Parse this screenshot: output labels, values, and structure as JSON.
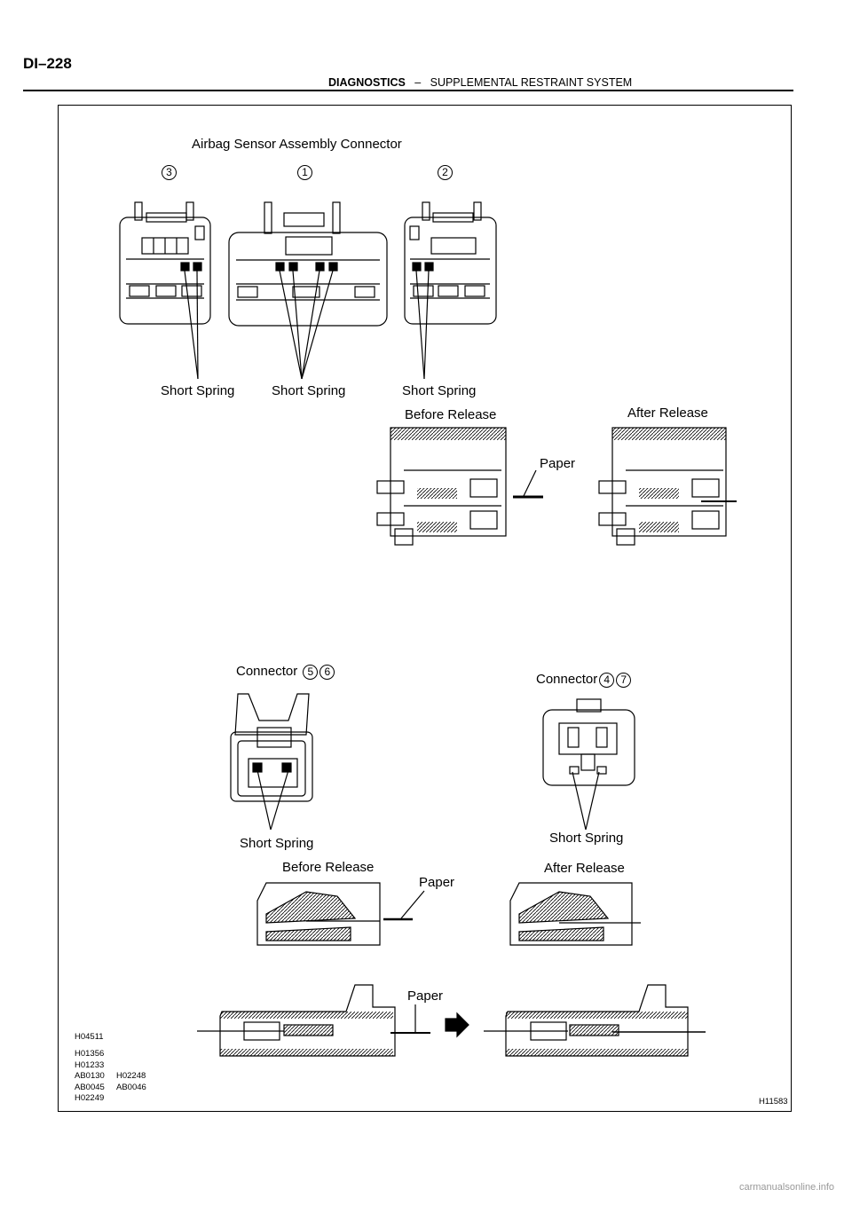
{
  "page": {
    "number": "DI–228",
    "header_section": "DIAGNOSTICS",
    "header_dash": "–",
    "header_subsection": "SUPPLEMENTAL RESTRAINT SYSTEM"
  },
  "figure": {
    "title": "Airbag Sensor Assembly Connector",
    "connector_numbers_top": [
      "3",
      "1",
      "2"
    ],
    "short_spring_label": "Short Spring",
    "before_release": "Before Release",
    "after_release": "After Release",
    "paper": "Paper",
    "connector_label": "Connector",
    "connector_56": [
      "5",
      "6"
    ],
    "connector_47": [
      "4",
      "7"
    ],
    "codes_left": [
      "H04511",
      "H01356",
      "H01233",
      "AB0130",
      "AB0045",
      "H02249"
    ],
    "codes_right": [
      "H02248",
      "AB0046"
    ],
    "figure_id": "H11583"
  },
  "footer": {
    "watermark": "carmanualsonline.info"
  }
}
